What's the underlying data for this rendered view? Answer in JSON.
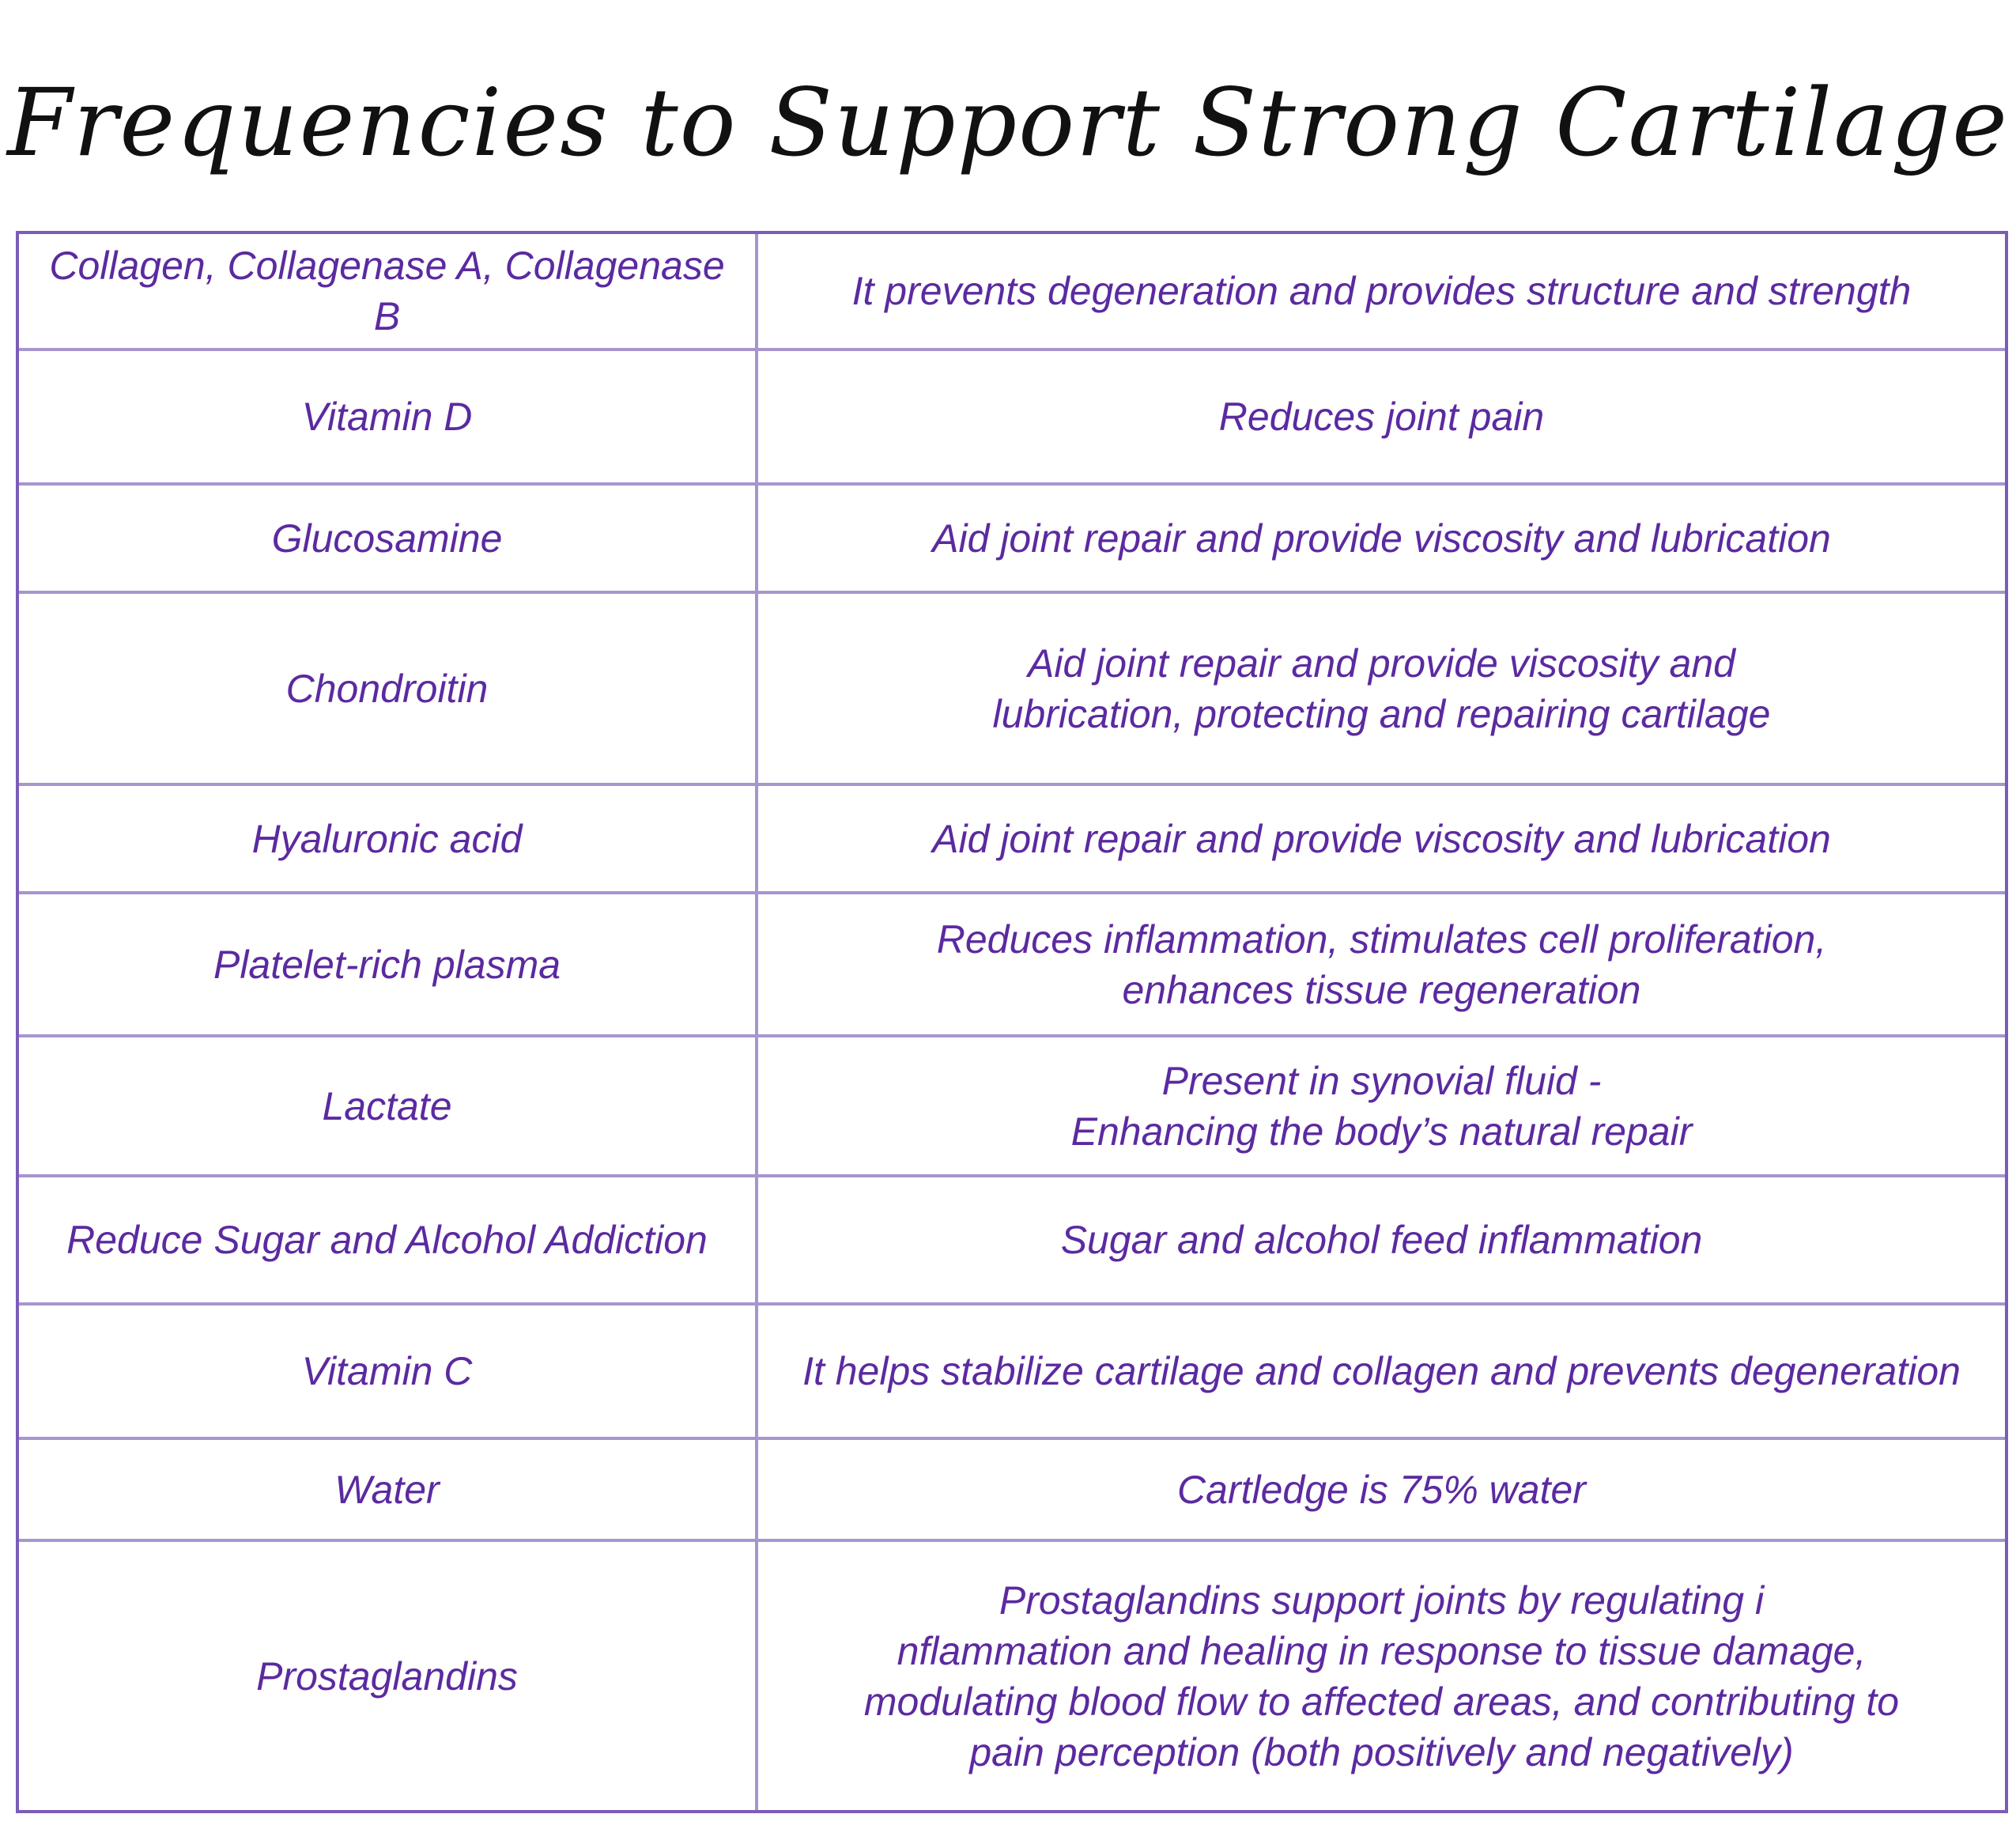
{
  "title": "Frequencies to Support Strong Cartilage",
  "rows": [
    {
      "item": "Collagen, Collagenase A, Collagenase B",
      "benefit": "It prevents degeneration and provides structure and strength"
    },
    {
      "item": "Vitamin D",
      "benefit": "Reduces joint pain"
    },
    {
      "item": "Glucosamine",
      "benefit": "Aid joint repair and provide viscosity and lubrication"
    },
    {
      "item": "Chondroitin",
      "benefit": "Aid joint repair and provide viscosity and\nlubrication, protecting and repairing cartilage"
    },
    {
      "item": "Hyaluronic acid",
      "benefit": "Aid joint repair and provide viscosity and lubrication"
    },
    {
      "item": "Platelet-rich plasma",
      "benefit": "Reduces inflammation, stimulates cell proliferation,\nenhances tissue regeneration"
    },
    {
      "item": "Lactate",
      "benefit": "Present in synovial fluid -\nEnhancing the body’s natural repair"
    },
    {
      "item": "Reduce Sugar and Alcohol Addiction",
      "benefit": "Sugar and alcohol feed inflammation"
    },
    {
      "item": "Vitamin C",
      "benefit": "It helps stabilize cartilage and collagen and prevents degeneration"
    },
    {
      "item": "Water",
      "benefit": "Cartledge is 75% water"
    },
    {
      "item": "Prostaglandins",
      "benefit": "Prostaglandins support joints by regulating i\nnflammation and healing in response to tissue damage,\nmodulating blood flow to affected areas, and contributing to\npain perception (both positively and negatively)"
    }
  ]
}
